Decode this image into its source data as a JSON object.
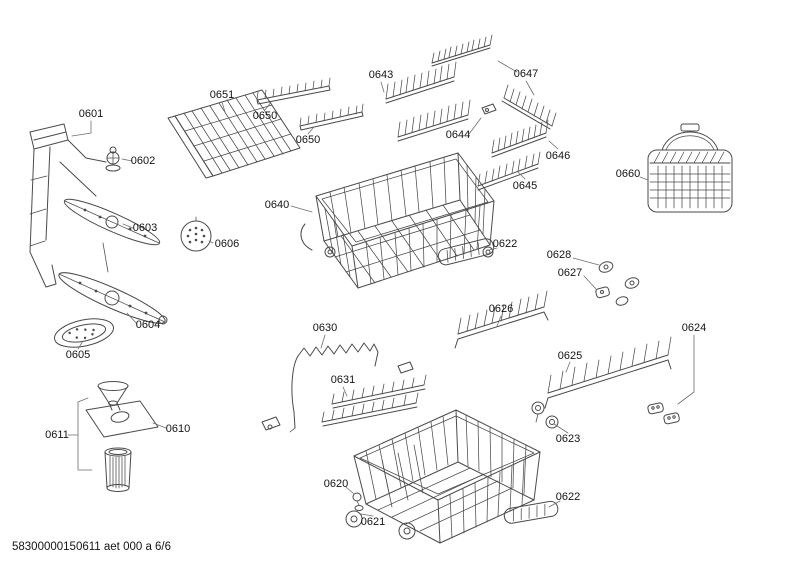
{
  "document": {
    "footer": "58300000150611 aet 000 a 6/6"
  },
  "colors": {
    "background": "#ffffff",
    "line": "#4a4a4a",
    "label": "#141414"
  },
  "labels": {
    "p0601": "0601",
    "p0602": "0602",
    "p0603": "0603",
    "p0604": "0604",
    "p0605": "0605",
    "p0606": "0606",
    "p0610": "0610",
    "p0611": "0611",
    "p0620": "0620",
    "p0621": "0621",
    "p0622a": "0622",
    "p0622b": "0622",
    "p0623": "0623",
    "p0624": "0624",
    "p0625": "0625",
    "p0626": "0626",
    "p0627": "0627",
    "p0628": "0628",
    "p0630": "0630",
    "p0631": "0631",
    "p0640": "0640",
    "p0643": "0643",
    "p0644": "0644",
    "p0645": "0645",
    "p0646": "0646",
    "p0647": "0647",
    "p0650a": "0650",
    "p0650b": "0650",
    "p0651": "0651",
    "p0660": "0660"
  }
}
